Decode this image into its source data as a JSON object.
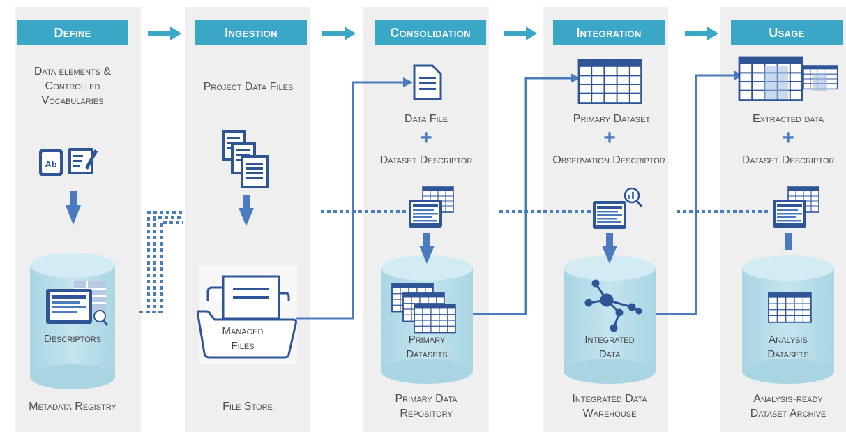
{
  "stages": {
    "define": {
      "header": "Define",
      "top_label": [
        "Data elements &",
        "Controlled",
        "Vocabularies"
      ],
      "store_label": "Descriptors",
      "bottom_label": [
        "Metadata Registry"
      ]
    },
    "ingestion": {
      "header": "Ingestion",
      "top_label": [
        "Project Data Files"
      ],
      "store_label": [
        "Managed",
        "Files"
      ],
      "bottom_label": [
        "File Store"
      ]
    },
    "consolidation": {
      "header": "Consolidation",
      "item1": "Data File",
      "item2": "Dataset Descriptor",
      "store_label": [
        "Primary",
        "Datasets"
      ],
      "bottom_label": [
        "Primary Data",
        "Repository"
      ]
    },
    "integration": {
      "header": "Integration",
      "item1": "Primary Dataset",
      "item2": "Observation Descriptor",
      "store_label": [
        "Integrated",
        "Data"
      ],
      "bottom_label": [
        "Integrated Data",
        "Warehouse"
      ]
    },
    "usage": {
      "header": "Usage",
      "item1": "Extracted data",
      "item2": "Dataset Descriptor",
      "store_label": [
        "Analysis",
        "Datasets"
      ],
      "bottom_label": [
        "Analysis-ready",
        "Dataset Archive"
      ]
    }
  },
  "plus_symbol": "+",
  "colors": {
    "header_bg": "#3ba7c6",
    "column_bg": "#efefef",
    "cylinder": "#b7dde8",
    "icon_blue": "#2f5597",
    "flow_blue": "#4a7bbf"
  }
}
